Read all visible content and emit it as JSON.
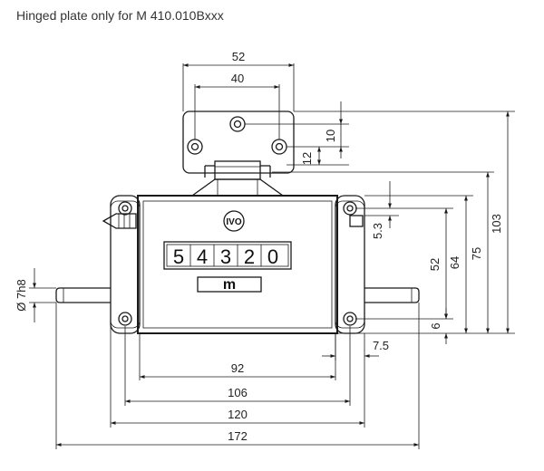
{
  "caption": "Hinged plate only for M 410.010Bxxx",
  "counter": {
    "digits": [
      "5",
      "4",
      "3",
      "2",
      "0"
    ],
    "unit": "m"
  },
  "logo": "IVO",
  "dimensions": {
    "plate_width_outer": "52",
    "plate_hole_spacing": "40",
    "plate_hole_vertical": "10",
    "plate_to_body": "12",
    "total_height": "103",
    "height_75": "75",
    "height_64": "64",
    "height_52": "52",
    "offset_5_3": "5.3",
    "offset_6": "6",
    "offset_7_5": "7.5",
    "shaft_diameter": "Ø 7h8",
    "width_92": "92",
    "width_106": "106",
    "width_120": "120",
    "width_172": "172"
  }
}
